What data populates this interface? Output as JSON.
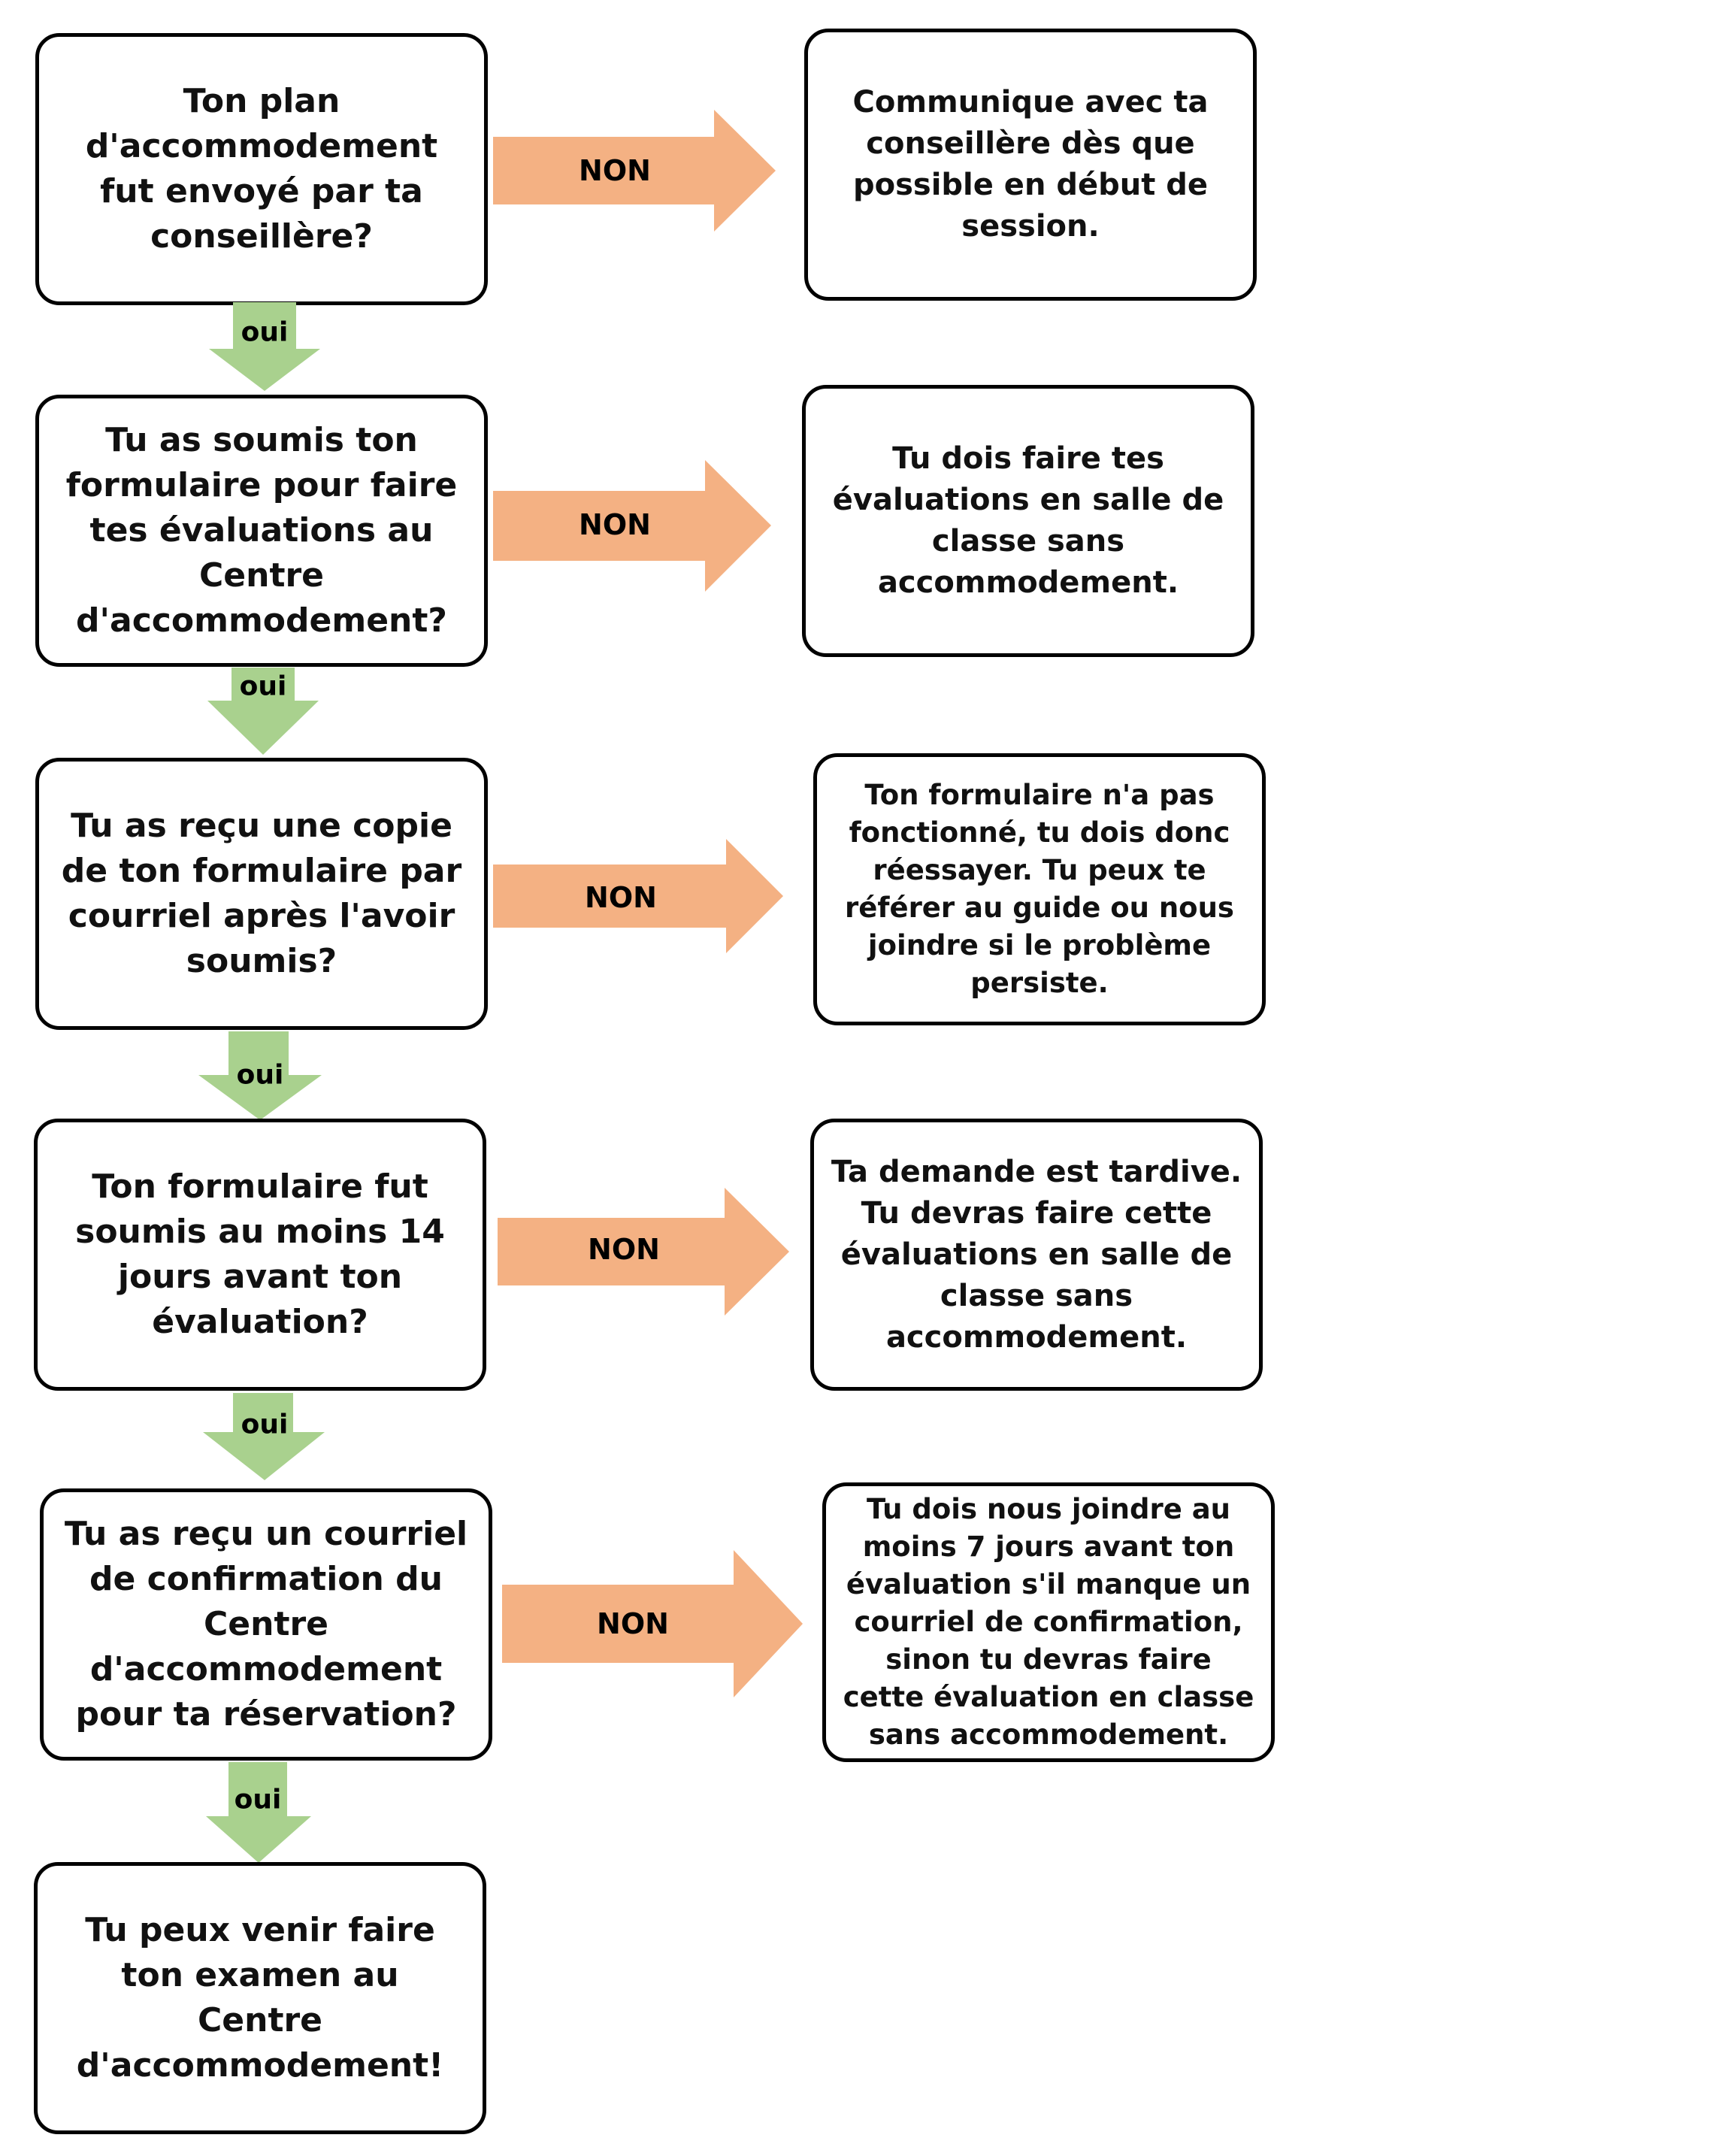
{
  "flow": {
    "steps": [
      {
        "question": "Ton plan d'accommodement fut envoyé par ta conseillère?",
        "no_label": "NON",
        "no_result": "Communique avec ta conseillère dès que possible en début de session.",
        "yes_label": "oui"
      },
      {
        "question": "Tu as soumis ton formulaire pour faire tes évaluations au Centre d'accommodement?",
        "no_label": "NON",
        "no_result": "Tu dois faire tes évaluations en salle de classe sans accommodement.",
        "yes_label": "oui"
      },
      {
        "question": "Tu as reçu une copie de ton formulaire par courriel après l'avoir soumis?",
        "no_label": "NON",
        "no_result": "Ton formulaire n'a pas fonctionné, tu dois donc réessayer. Tu peux te référer au guide ou nous joindre si le problème persiste.",
        "yes_label": "oui"
      },
      {
        "question": "Ton formulaire fut soumis au moins 14 jours avant ton évaluation?",
        "no_label": "NON",
        "no_result": "Ta demande est tardive. Tu devras faire cette évaluations en salle de classe sans accommodement.",
        "yes_label": "oui"
      },
      {
        "question": "Tu as reçu un courriel de confirmation du Centre d'accommodement pour ta réservation?",
        "no_label": "NON",
        "no_result": "Tu dois nous joindre au moins 7 jours avant ton évaluation s'il manque un courriel de confirmation, sinon tu devras faire cette évaluation en classe sans accommodement.",
        "yes_label": "oui"
      }
    ],
    "final": "Tu peux venir faire ton examen au Centre d'accommodement!"
  },
  "colors": {
    "no_arrow": "#F4B183",
    "yes_arrow": "#A9D18E",
    "border": "#000000"
  }
}
